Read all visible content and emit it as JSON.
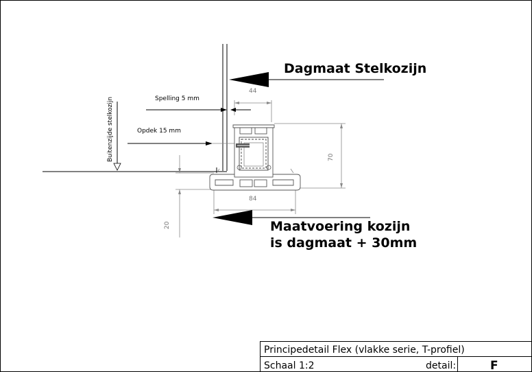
{
  "labels": {
    "dagmaat": "Dagmaat Stelkozijn",
    "maatvoering_line1": "Maatvoering kozijn",
    "maatvoering_line2": "is dagmaat + 30mm",
    "spelling": "Spelling 5 mm",
    "opdek": "Opdek 15 mm",
    "buitenzijde": "Buitenzijde stelkozijn"
  },
  "dimensions": {
    "d44": "44",
    "d70": "70",
    "d84": "84",
    "d20": "20"
  },
  "title_block": {
    "title": "Principedetail Flex (vlakke serie, T-profiel)",
    "scale": "Schaal 1:2",
    "detail_label": "detail:",
    "detail_value": "F"
  }
}
